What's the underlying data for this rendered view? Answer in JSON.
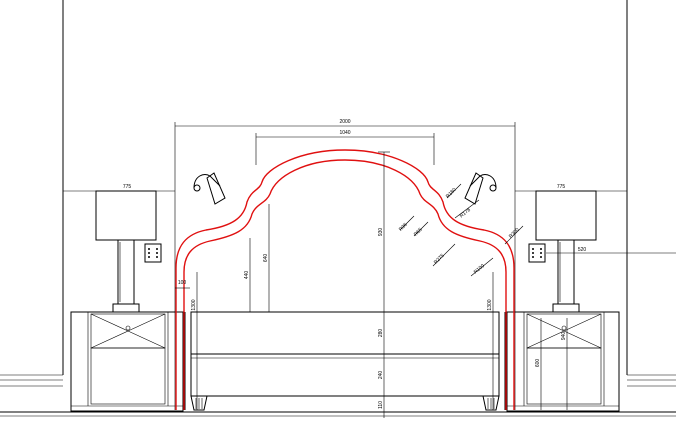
{
  "drawing": {
    "colors": {
      "outline": "#000000",
      "headboard_profile": "#e01010",
      "background": "#ffffff"
    },
    "dimensions": {
      "overall_width": "2000",
      "inner_width": "1040",
      "bedside_width_left": "775",
      "bedside_width_right": "775",
      "bedside_offset": "520",
      "radius_1": "R36",
      "radius_2": "R180",
      "radius_3": "R65",
      "radius_4": "R178",
      "radius_5": "R275",
      "radius_6": "R300",
      "radius_7": "R100",
      "post_width": "100",
      "post_height_left": "1300",
      "post_height_right": "1300",
      "panel_height_a": "440",
      "panel_height_b": "640",
      "crown_height": "930",
      "mattress_height": "280",
      "base_height": "240",
      "leg_height": "110",
      "table_height": "600",
      "table_depth": "940"
    },
    "icons": [
      "wall-lamp-icon",
      "socket-plate-icon"
    ]
  }
}
